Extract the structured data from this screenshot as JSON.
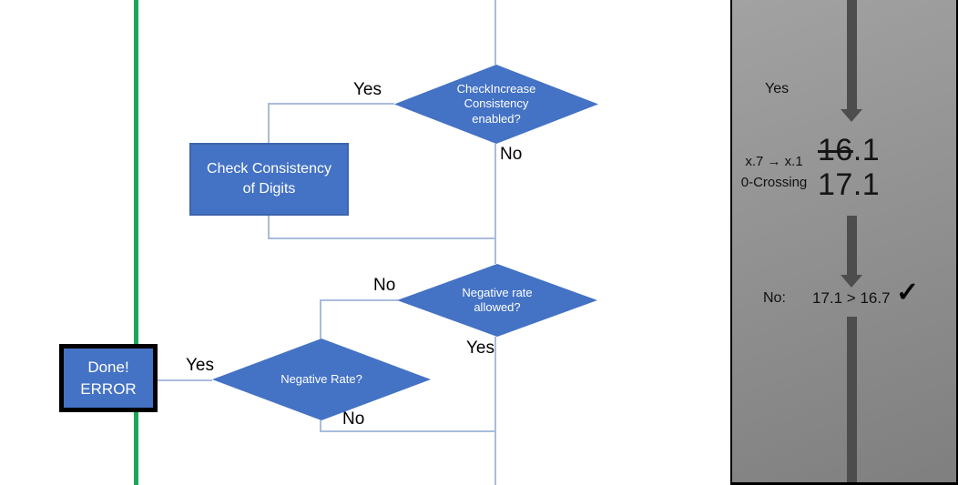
{
  "flowchart": {
    "nodes": {
      "check_increase": {
        "label": "CheckIncrease Consistency enabled?"
      },
      "check_digits": {
        "label": "Check Consistency of Digits"
      },
      "neg_rate_allowed": {
        "label": "Negative rate allowed?"
      },
      "neg_rate": {
        "label": "Negative Rate?"
      },
      "done": {
        "line1": "Done!",
        "line2": "ERROR"
      }
    },
    "labels": {
      "d1_yes": "Yes",
      "d1_no": "No",
      "d2_no": "No",
      "d2_yes": "Yes",
      "d3_yes": "Yes",
      "d3_no": "No"
    },
    "colors": {
      "node_fill": "#4472c4",
      "node_border": "#3d63ac",
      "connector": "#a9bcdb",
      "guide_green": "#1ca65b",
      "done_border": "#000000"
    }
  },
  "side_panel": {
    "yes_label": "Yes",
    "rule_line1": "x.7 → x.1",
    "rule_line2": "0-Crossing",
    "old_value_struck": "16",
    "old_value_rest": ".1",
    "new_value": "17.1",
    "no_label": "No:",
    "comparison": "17.1 > 16.7",
    "checkmark": "✓",
    "colors": {
      "bg_from": "#a2a2a2",
      "bg_to": "#7f7f7f",
      "arrow": "#4d4d4d",
      "border": "#000000"
    }
  }
}
